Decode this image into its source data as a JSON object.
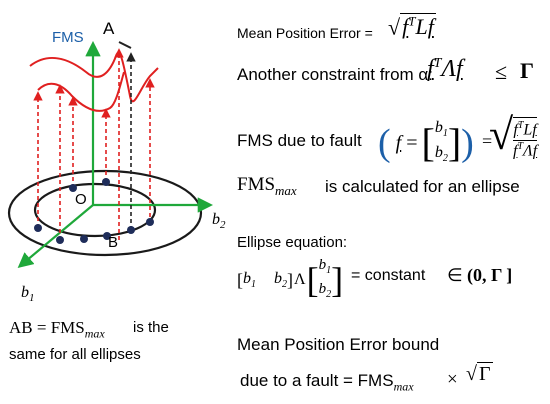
{
  "diagram": {
    "axis_labels": {
      "vertical": "FMS",
      "horizontal": "b2",
      "depth": "b1"
    },
    "point_labels": {
      "a": "A",
      "o": "O",
      "b": "B"
    },
    "colors": {
      "axis": "#1fa83a",
      "axis_label": "#1c5fa8",
      "ellipse": "#1a1a1a",
      "curve": "#e02020",
      "dashed_red": "#e02020",
      "dashed_black": "#222222",
      "dot": "#1f2d5a"
    }
  },
  "equations": {
    "mean_position_error": "Mean Position Error =",
    "constraint": "Another constraint from α:",
    "constraint_leq": "≤",
    "constraint_gamma": "Γ",
    "fms_fault": "FMS due to fault",
    "fms_max_prefix": "FMS",
    "fms_max_sub": "max",
    "fms_max_suffix": "is calculated for an ellipse",
    "ellipse_equation_label": "Ellipse equation:",
    "ellipse_constant": "= constant",
    "ellipse_in": "∈",
    "ellipse_range": "(0, Γ ]",
    "bound_title": "Mean Position Error bound",
    "bound_line": "due to a fault = FMS",
    "bound_sub": "max",
    "bound_times": "×"
  },
  "left_note": {
    "ab_eq": "AB = FMS",
    "ab_sub": "max",
    "is_the": "is the",
    "same": "same for all ellipses"
  }
}
